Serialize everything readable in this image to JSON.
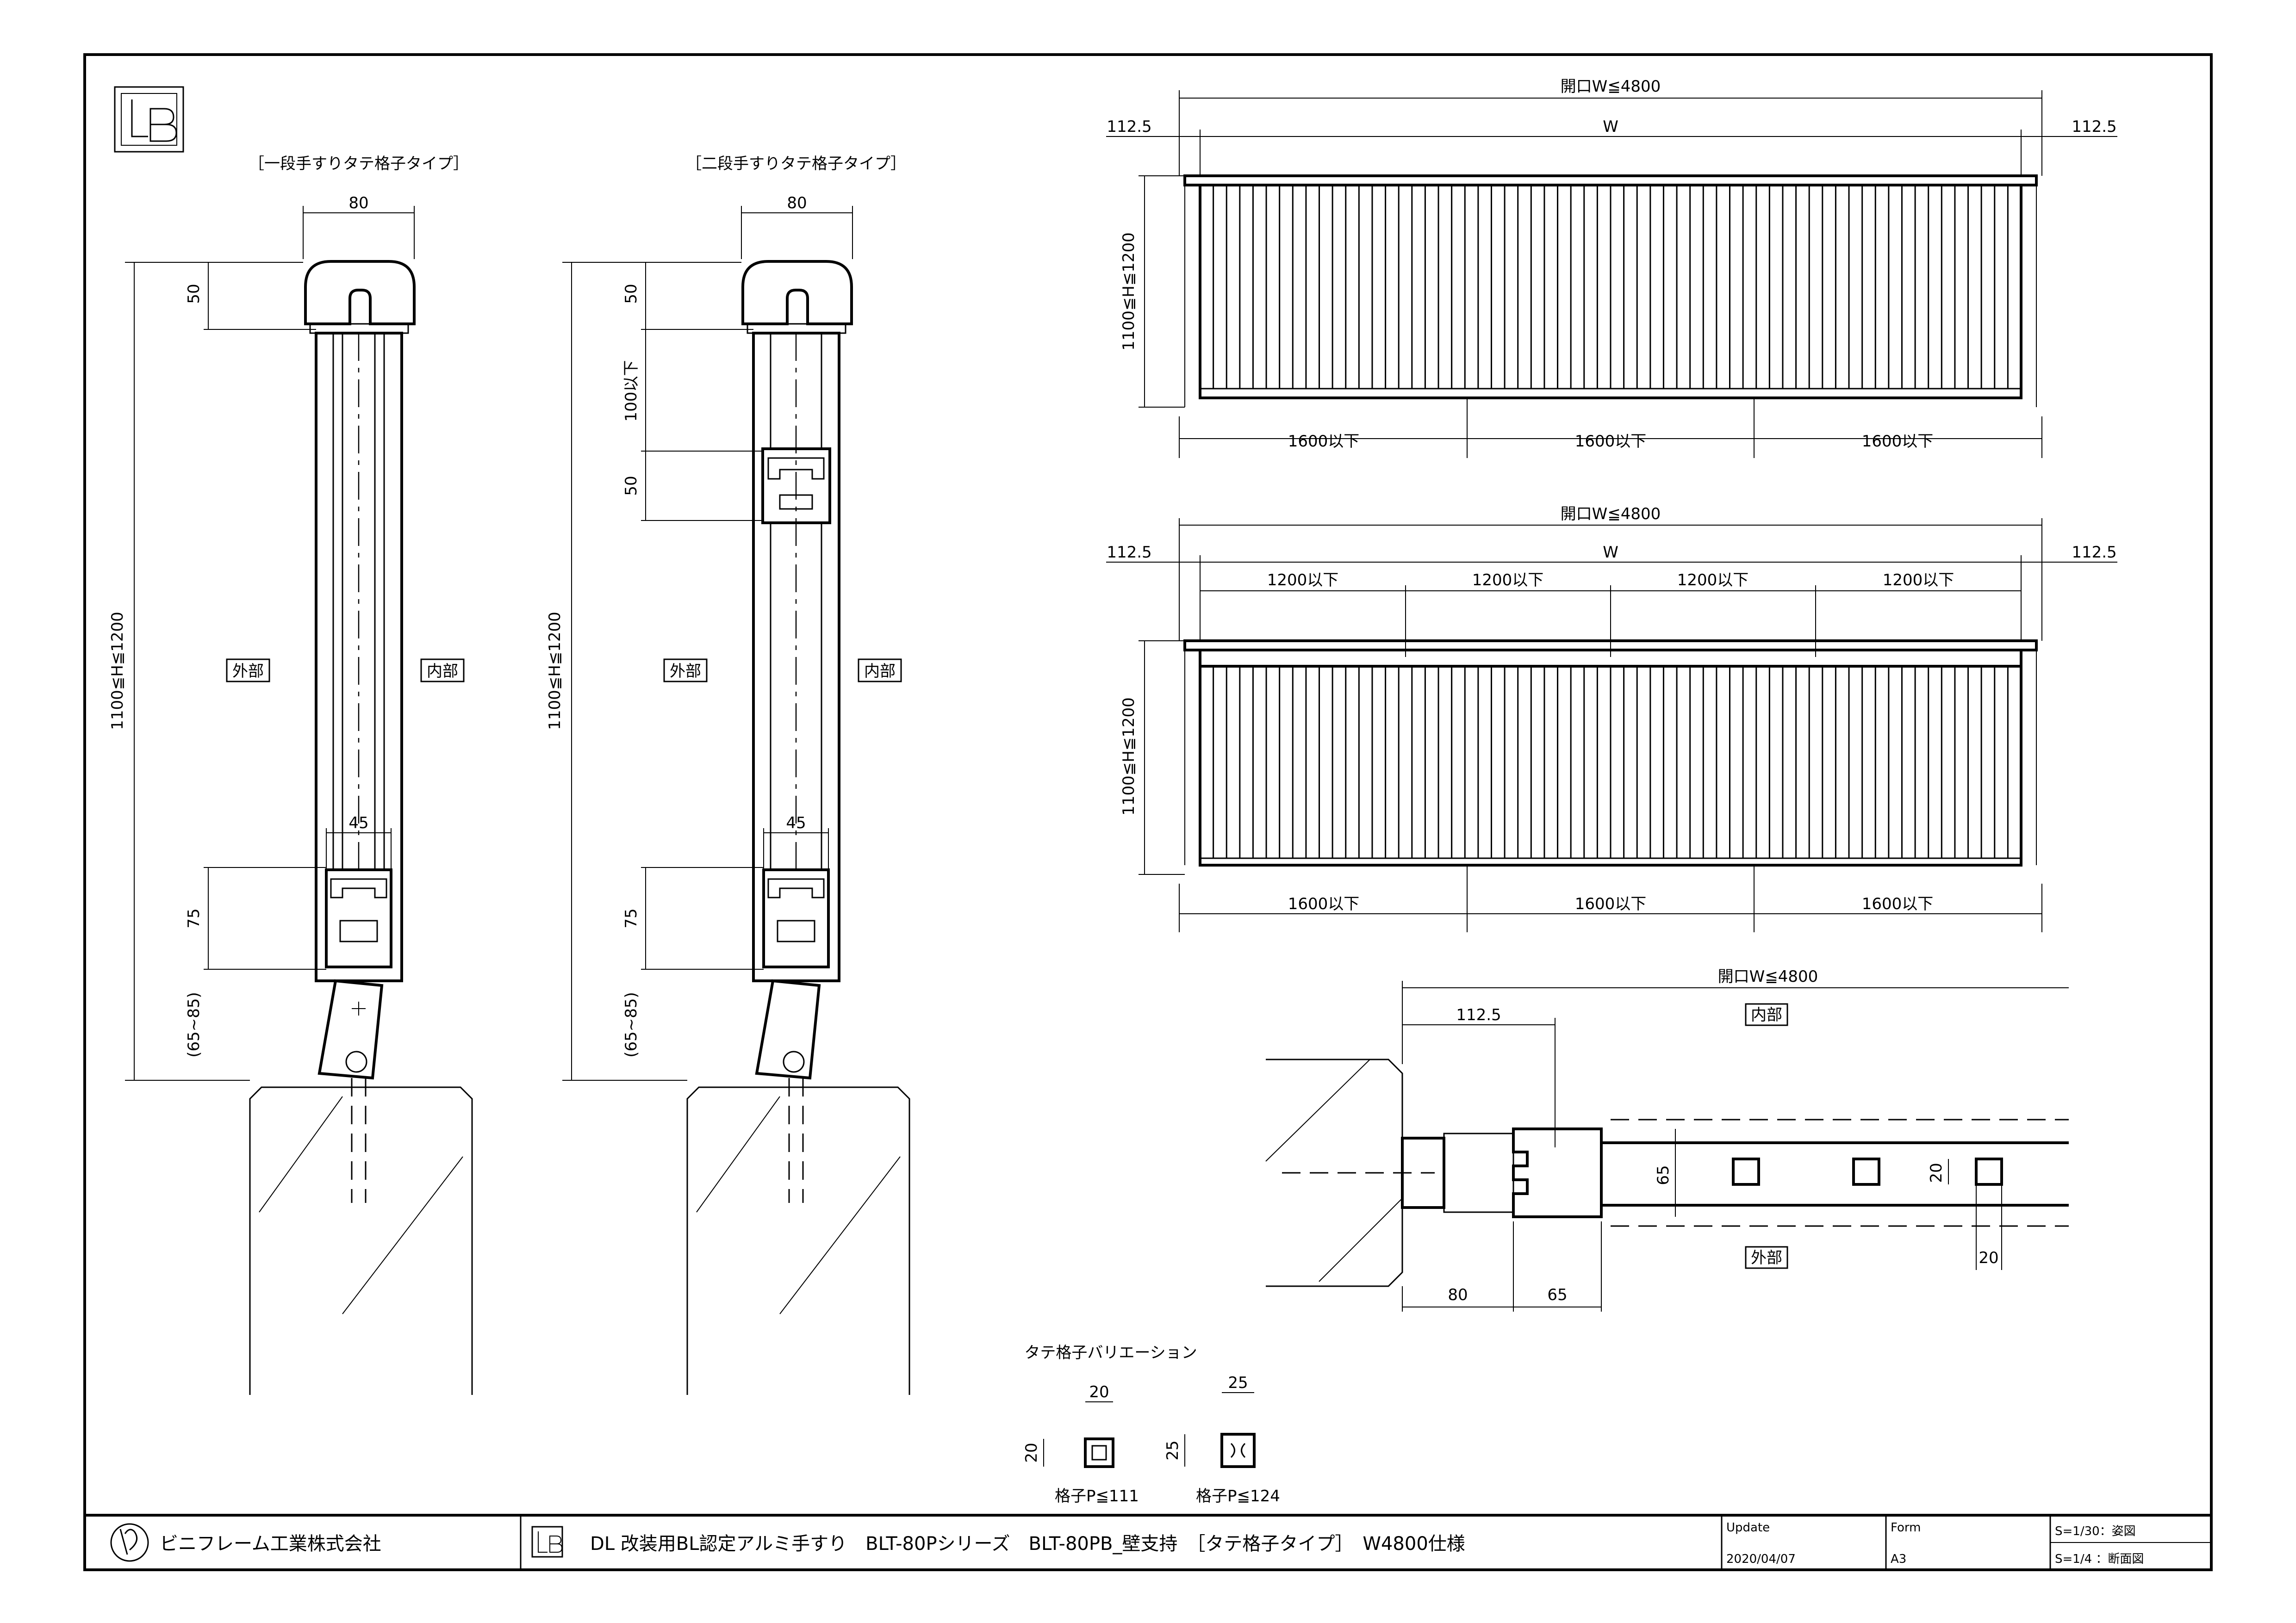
{
  "titles": {
    "single": "［一段手すりタテ格子タイプ］",
    "double": "［二段手すりタテ格子タイプ］",
    "variation": "タテ格子バリエーション"
  },
  "labels": {
    "outside": "外部",
    "inside": "内部"
  },
  "dims": {
    "w80": "80",
    "w45": "45",
    "w65": "65",
    "h50": "50",
    "h75": "75",
    "h100": "100以下",
    "h_range": "1100≦H≦1200",
    "h_base": "(65~85)",
    "opening": "開口W≦4800",
    "w": "W",
    "edge": "112.5",
    "span1600": "1600以下",
    "span1200": "1200以下",
    "v20": "20",
    "v25": "25"
  },
  "variation": {
    "pitch_a": "格子P≦111",
    "pitch_b": "格子P≦124"
  },
  "title_block": {
    "company": "ビニフレーム工業株式会社",
    "product": "DL 改装用BL認定アルミ手すり　BLT-80Pシリーズ　BLT-80PB_壁支持　［タテ格子タイプ］　W4800仕様",
    "update_label": "Update",
    "update_value": "2020/04/07",
    "form_label": "Form",
    "form_value": "A3",
    "scale1": "S=1/30：姿図",
    "scale2": "S=1/4 ：断面図"
  }
}
